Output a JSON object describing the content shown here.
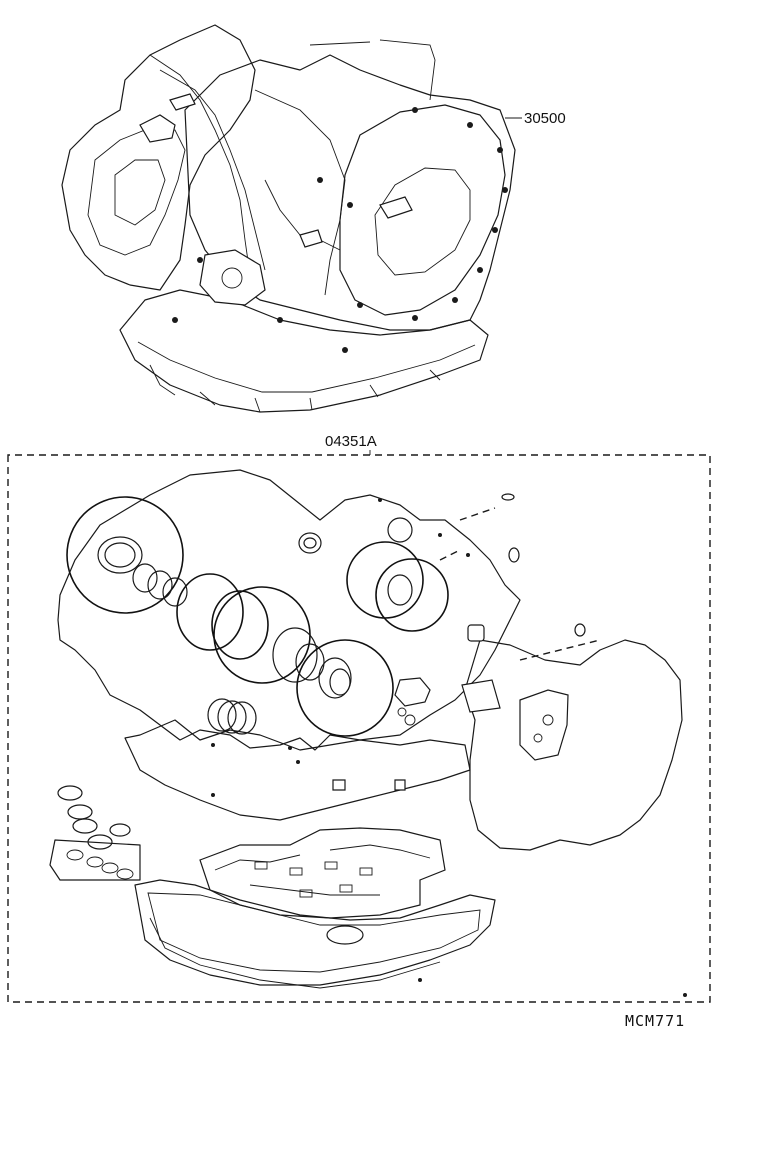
{
  "diagram": {
    "labels": {
      "transaxle_assembly": "30500",
      "gasket_kit": "04351A",
      "catalog_code": "MCM771"
    }
  }
}
